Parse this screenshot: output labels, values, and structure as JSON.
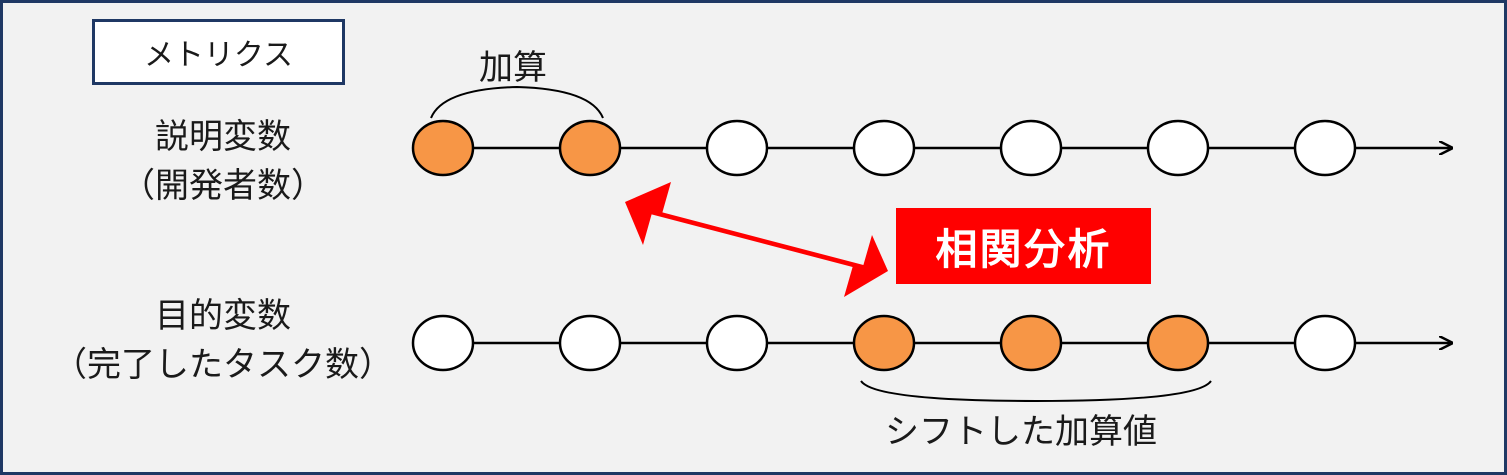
{
  "metrics_label": "メトリクス",
  "sum_label": "加算",
  "explanatory": {
    "label": "説明変数",
    "sublabel": "（開発者数）",
    "nodes": [
      "orange",
      "orange",
      "white",
      "white",
      "white",
      "white",
      "white"
    ]
  },
  "target": {
    "label": "目的変数",
    "sublabel": "（完了したタスク数）",
    "nodes": [
      "white",
      "white",
      "white",
      "orange",
      "orange",
      "orange",
      "white"
    ]
  },
  "correlation_label": "相関分析",
  "shift_label": "シフトした加算値",
  "colors": {
    "orange_fill": "#f79646",
    "white_fill": "#ffffff",
    "node_stroke": "#000000",
    "arrow_red": "#ff0000",
    "frame": "#1f3864",
    "background": "#f2f2f2"
  }
}
